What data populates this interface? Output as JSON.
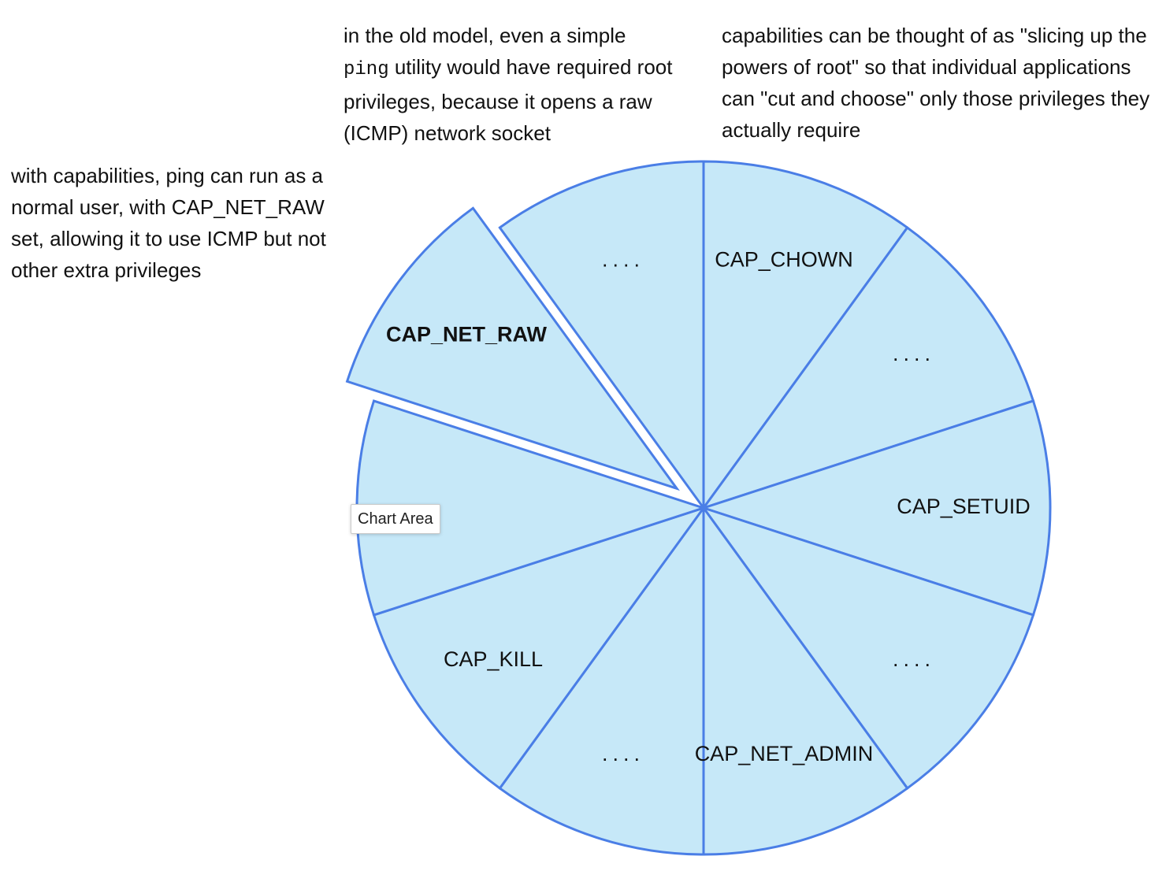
{
  "notes": {
    "old_model": {
      "before": "in the old model, even a simple",
      "code": "ping",
      "after": "utility would have required root privileges, because it opens a raw (ICMP) network socket"
    },
    "slicing": "capabilities can be thought of as \"slicing up the powers of root\" so that individual applications can \"cut and choose\" only those privileges they actually require",
    "ping_with_caps": "with capabilities, ping can run as a normal user, with CAP_NET_RAW set, allowing it to use ICMP but not other extra privileges"
  },
  "tooltip": "Chart Area",
  "chart_data": {
    "type": "pie",
    "start_angle_deg": 0,
    "direction": "clockwise",
    "exploded": "CAP_NET_RAW",
    "colors": {
      "fill": "#c6e8f8",
      "stroke": "#4a7ee6",
      "text": "#111111"
    },
    "slices": [
      {
        "label": "CAP_CHOWN",
        "value": 1
      },
      {
        "label": "....",
        "value": 1
      },
      {
        "label": "CAP_SETUID",
        "value": 1
      },
      {
        "label": "....",
        "value": 1
      },
      {
        "label": "CAP_NET_ADMIN",
        "value": 1
      },
      {
        "label": "....",
        "value": 1
      },
      {
        "label": "CAP_KILL",
        "value": 1
      },
      {
        "label": "",
        "value": 1
      },
      {
        "label": "CAP_NET_RAW",
        "value": 1
      },
      {
        "label": "....",
        "value": 1
      }
    ]
  }
}
